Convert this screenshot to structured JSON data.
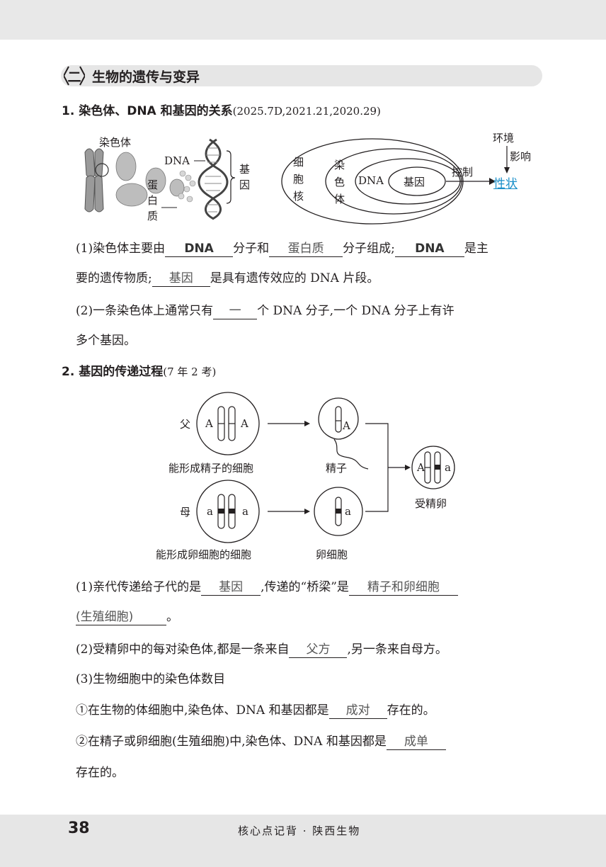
{
  "section": {
    "number": "二",
    "title": "生物的遗传与变异"
  },
  "item1": {
    "heading": "1. 染色体、DNA 和基因的关系",
    "ref": "(2025.7D,2021.21,2020.29)",
    "figure": {
      "left_labels": {
        "chromosome": "染色体",
        "dna": "DNA",
        "protein_1": "蛋",
        "protein_2": "白",
        "protein_3": "质",
        "gene_1": "基",
        "gene_2": "因"
      },
      "nest": {
        "nucleus": [
          "细",
          "胞",
          "核"
        ],
        "chromosome": [
          "染",
          "色",
          "体"
        ],
        "dna": "DNA",
        "gene": "基因"
      },
      "control": "控制",
      "environment": [
        "环境",
        "影响"
      ],
      "trait": "性状"
    },
    "q1": {
      "t1": "(1)染色体主要由",
      "a1": "DNA",
      "t2": "分子和",
      "a2": "蛋白质",
      "t3": "分子组成;",
      "a3": "DNA",
      "t4": "是主",
      "l2_t1": "要的遗传物质;",
      "a4": "基因",
      "l2_t2": "是具有遗传效应的 DNA 片段。"
    },
    "q2": {
      "t1": "(2)一条染色体上通常只有",
      "a1": "一",
      "t2": "个 DNA 分子,一个 DNA 分子上有许",
      "l2": "多个基因。"
    }
  },
  "item2": {
    "heading": "2. 基因的传递过程",
    "ref": "(7 年 2 考)",
    "figure": {
      "father": "父",
      "mother": "母",
      "allele_A": "A",
      "allele_a": "a",
      "father_cell": "能形成精子的细胞",
      "mother_cell": "能形成卵细胞的细胞",
      "sperm": "精子",
      "egg": "卵细胞",
      "zygote": "受精卵"
    },
    "q1": {
      "t1": "(1)亲代传递给子代的是",
      "a1": "基因",
      "t2": ",传递的“桥梁”是",
      "a2": "精子和卵细胞",
      "a3": "(生殖细胞)",
      "t3": "。"
    },
    "q2": {
      "t1": "(2)受精卵中的每对染色体,都是一条来自",
      "a1": "父方",
      "t2": ",另一条来自母方。"
    },
    "q3": {
      "t1": "(3)生物细胞中的染色体数目"
    },
    "q4": {
      "t1": "①在生物的体细胞中,染色体、DNA 和基因都是",
      "a1": "成对",
      "t2": "存在的。"
    },
    "q5": {
      "t1": "②在精子或卵细胞(生殖细胞)中,染色体、DNA 和基因都是",
      "a1": "成单",
      "l2": "存在的。"
    }
  },
  "footer": {
    "page": "38",
    "title": "核心点记背 · 陕西生物"
  }
}
